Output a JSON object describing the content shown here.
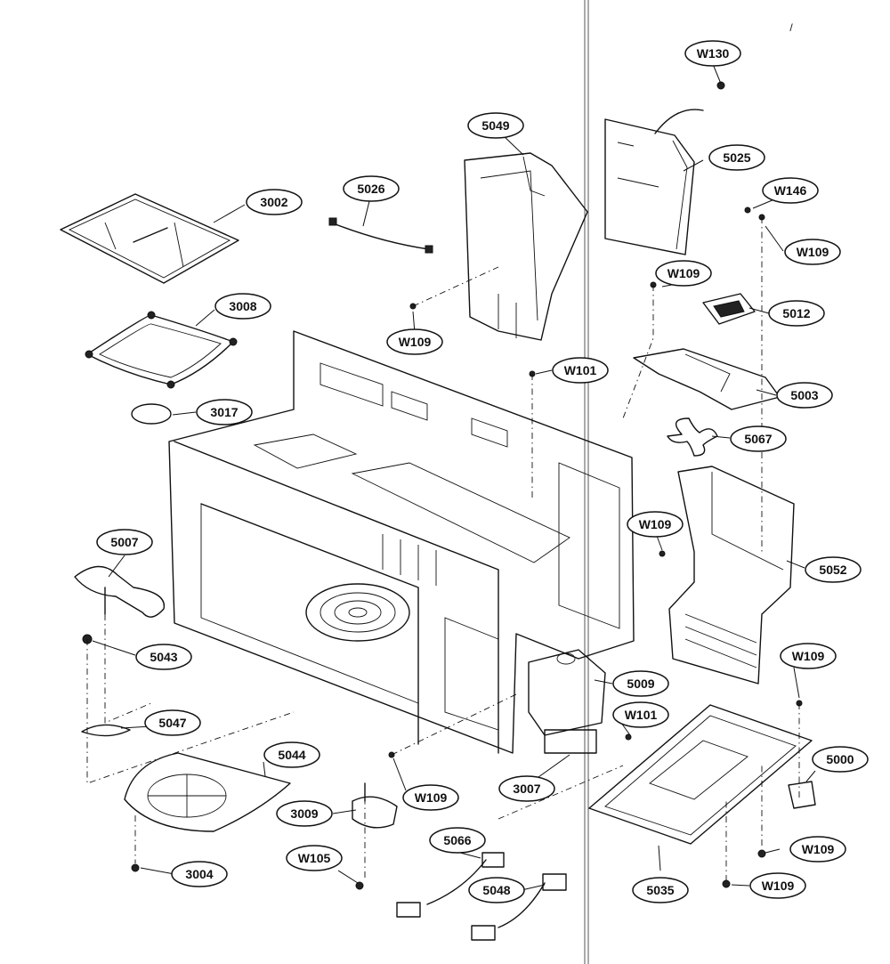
{
  "labels": {
    "w130": "W130",
    "p5049": "5049",
    "p5025": "5025",
    "p3002": "3002",
    "p5026": "5026",
    "w146": "W146",
    "w109_a": "W109",
    "w109_b": "W109",
    "p3008": "3008",
    "p5012": "5012",
    "w109_c": "W109",
    "w101_a": "W101",
    "p5003": "5003",
    "p3017": "3017",
    "p5067": "5067",
    "w109_d": "W109",
    "p5007": "5007",
    "p5052": "5052",
    "p5043": "5043",
    "w109_e": "W109",
    "p5009": "5009",
    "p5047": "5047",
    "w101_b": "W101",
    "p5000": "5000",
    "p5044": "5044",
    "w109_f": "W109",
    "p3007": "3007",
    "p3009": "3009",
    "w109_g": "W109",
    "p5066": "5066",
    "w105": "W105",
    "p3004": "3004",
    "p5048": "5048",
    "p5035": "5035",
    "w109_h": "W109"
  },
  "corner_mark": "/"
}
